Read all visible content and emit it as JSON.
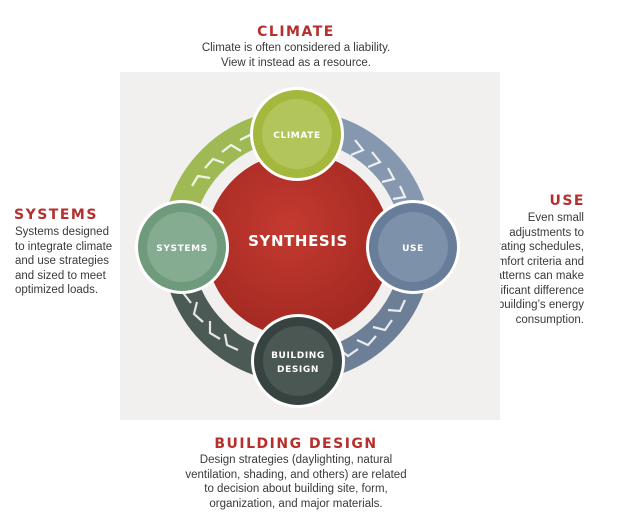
{
  "climate": {
    "heading": "CLIMATE",
    "desc_lines": [
      "Climate is often considered a liability.",
      "View it instead as a resource."
    ],
    "node_label": "CLIMATE"
  },
  "use": {
    "heading": "USE",
    "desc_lines": [
      "Even small",
      "adjustments to",
      "operating schedules,",
      "comfort criteria and",
      "use patterns can make",
      "a significant difference",
      "in a building’s energy",
      "consumption."
    ],
    "node_label": "USE"
  },
  "systems": {
    "heading": "SYSTEMS",
    "desc_lines": [
      "Systems designed",
      "to integrate climate",
      "and use strategies",
      "and sized to meet",
      "optimized loads."
    ],
    "node_label": "SYSTEMS"
  },
  "building_design": {
    "heading": "BUILDING DESIGN",
    "desc_lines": [
      "Design strategies (daylighting, natural",
      "ventilation, shading, and others) are related",
      "to decision about building site, form,",
      "organization, and major materials."
    ],
    "node_label_lines": [
      "BUILDING",
      "DESIGN"
    ]
  },
  "center": {
    "label": "SYNTHESIS"
  },
  "colors": {
    "heading_red": "#b5302d",
    "center_red": "#b52c26",
    "climate_green": "#a3b83c",
    "use_blue": "#7388a3",
    "systems_green": "#7ea58a",
    "building_dark": "#3f4a47"
  }
}
